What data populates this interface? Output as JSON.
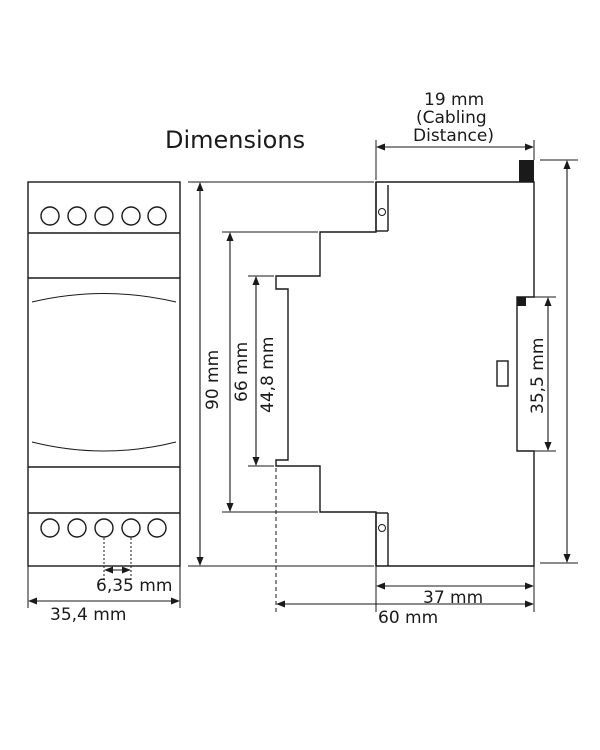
{
  "title": "Dimensions",
  "labels": {
    "cabling_line1": "19 mm",
    "cabling_line2": "(Cabling",
    "cabling_line3": "Distance)",
    "height_90": "90 mm",
    "height_66": "66 mm",
    "height_44_8": "44,8 mm",
    "height_35_5": "35,5 mm",
    "pitch": "6,35 mm",
    "width_front": "35,4 mm",
    "depth_37": "37 mm",
    "depth_60": "60 mm"
  }
}
